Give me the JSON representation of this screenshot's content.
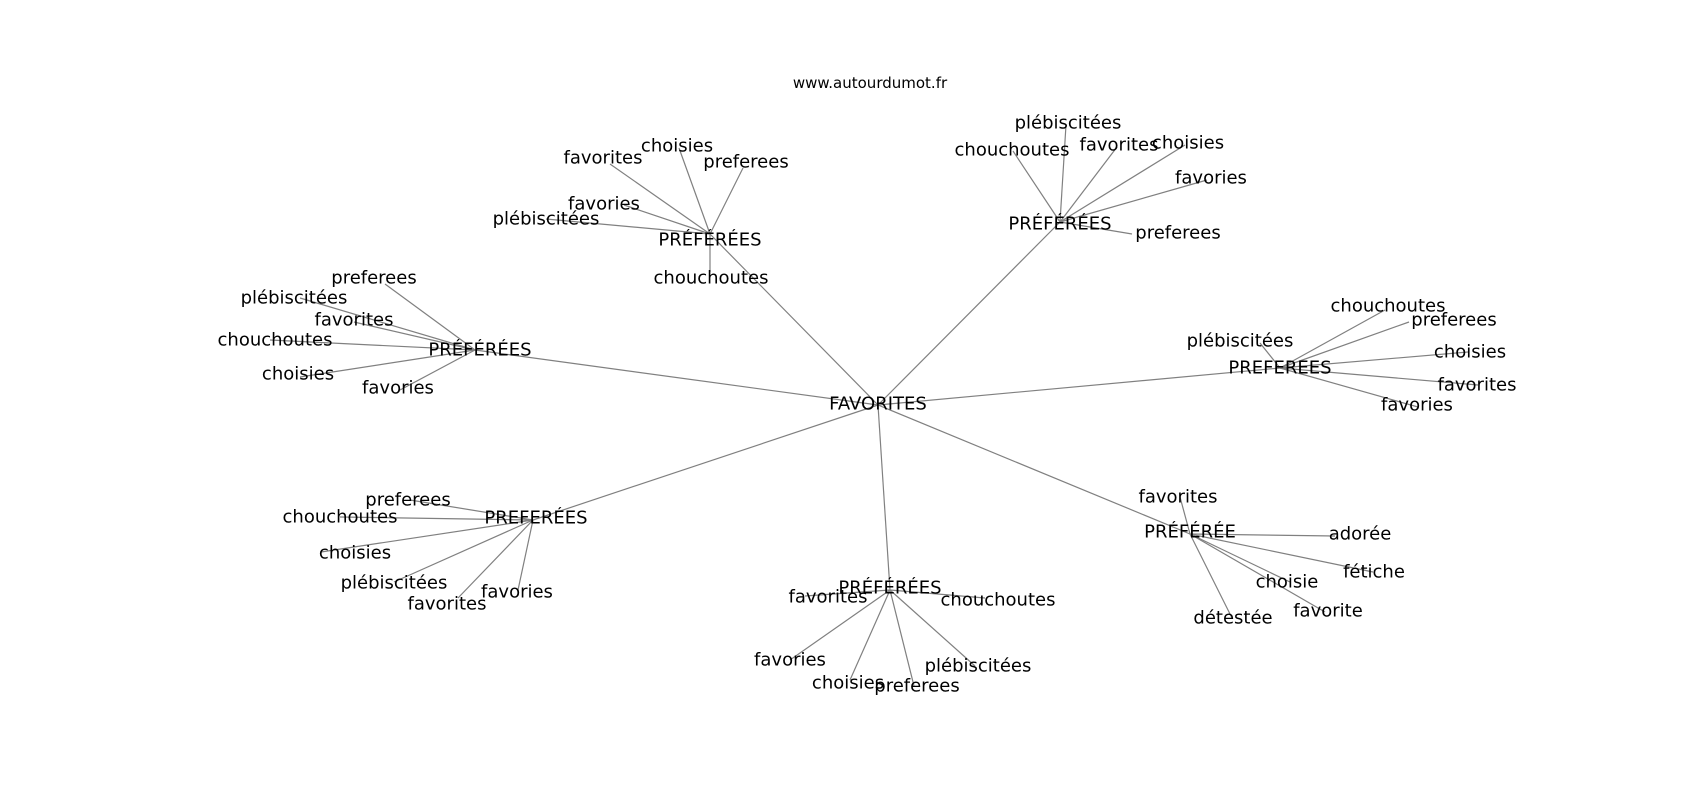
{
  "source": "www.autourdumot.fr",
  "colors": {
    "edge": "#808080",
    "text": "#000000",
    "background": "#ffffff"
  },
  "root": {
    "label": "FAVORITES"
  },
  "clusters": [
    {
      "label": "PRÉFÉRÉES",
      "leaves": [
        "favorites",
        "choisies",
        "preferees",
        "favories",
        "plébiscitées",
        "chouchoutes"
      ]
    },
    {
      "label": "PRÉFÉRÉES",
      "leaves": [
        "plébiscitées",
        "chouchoutes",
        "favorites",
        "choisies",
        "favories",
        "preferees"
      ]
    },
    {
      "label": "PRÉFÉRÉES",
      "leaves": [
        "preferees",
        "plébiscitées",
        "favorites",
        "chouchoutes",
        "choisies",
        "favories"
      ]
    },
    {
      "label": "PREFEREES",
      "leaves": [
        "chouchoutes",
        "preferees",
        "plébiscitées",
        "choisies",
        "favorites",
        "favories"
      ]
    },
    {
      "label": "PREFERÉES",
      "leaves": [
        "preferees",
        "chouchoutes",
        "choisies",
        "plébiscitées",
        "favorites",
        "favories"
      ]
    },
    {
      "label": "PRÉFÉRÉES",
      "leaves": [
        "favorites",
        "chouchoutes",
        "favories",
        "plébiscitées",
        "choisies",
        "preferees"
      ]
    },
    {
      "label": "PRÉFÉRÉE",
      "leaves": [
        "favorites",
        "adorée",
        "fétiche",
        "choisie",
        "favorite",
        "détestée"
      ]
    }
  ]
}
